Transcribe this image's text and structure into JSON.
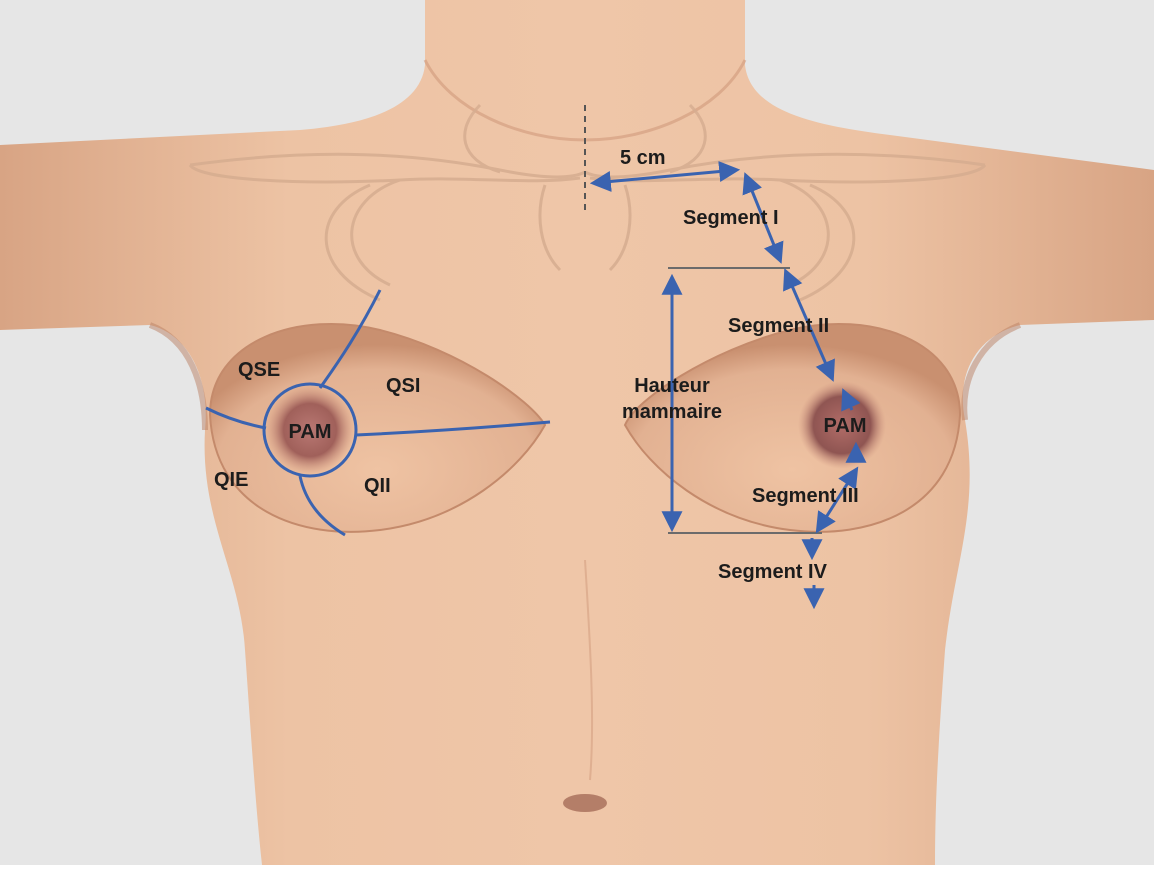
{
  "labels": {
    "dist_5cm": "5 cm",
    "segment_1": "Segment I",
    "segment_2": "Segment II",
    "segment_3": "Segment III",
    "segment_4": "Segment IV",
    "hauteur_line1": "Hauteur",
    "hauteur_line2": "mammaire",
    "qse": "QSE",
    "qsi": "QSI",
    "qie": "QIE",
    "qii": "QII",
    "pam_right": "PAM",
    "pam_left": "PAM"
  },
  "colors": {
    "background": "#e6e6e6",
    "skin": "#e7bb9b",
    "skin_shadow": "#c99474",
    "line": "#3a63b0",
    "bone_outline": "#d6ad90",
    "areola": "#a7655d",
    "text": "#1c1c1c"
  }
}
